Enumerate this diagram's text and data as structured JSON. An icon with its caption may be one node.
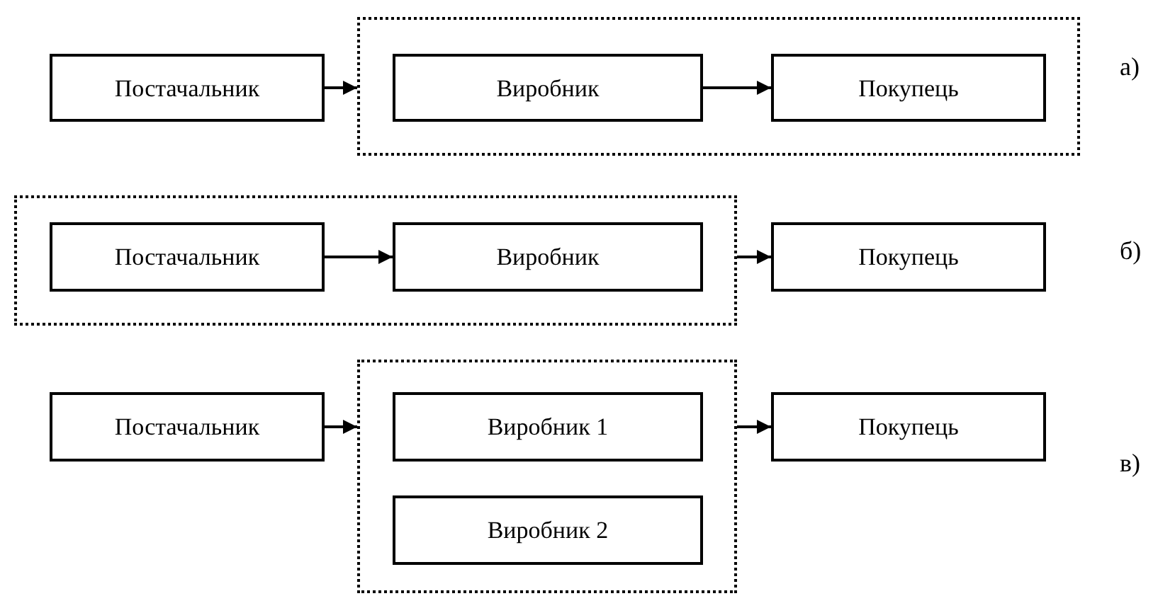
{
  "diagram": {
    "nodes": [
      {
        "text": [
          "Постачальник"
        ]
      },
      {
        "text": [],
        "shape": "box"
      },
      {
        "text": [
          "Виробник"
        ],
        "in": 1
      },
      {
        "text": [
          "Покупець"
        ],
        "in": 1
      },
      {
        "text": [],
        "shape": "box"
      },
      {
        "text": [
          "Постачальник"
        ],
        "in": 4
      },
      {
        "text": [
          "Виробник"
        ],
        "in": 4
      },
      {
        "text": [
          "Покупець"
        ]
      },
      {
        "text": [
          "Постачальник"
        ]
      },
      {
        "text": [],
        "shape": "box"
      },
      {
        "text": [
          "Виробник 1"
        ],
        "in": 9
      },
      {
        "text": [
          "Виробник 2"
        ],
        "in": 9
      },
      {
        "text": [
          "Покупець"
        ]
      }
    ],
    "edges": [
      {
        "from": 0,
        "to": 1,
        "arrow": "to"
      },
      {
        "from": 2,
        "to": 3,
        "arrow": "to"
      },
      {
        "from": 5,
        "to": 6,
        "arrow": "to"
      },
      {
        "from": 4,
        "to": 7,
        "arrow": "to"
      },
      {
        "from": 8,
        "to": 9,
        "arrow": "to"
      },
      {
        "from": 9,
        "to": 12,
        "arrow": "to"
      }
    ],
    "labels": [
      "а)",
      "б)",
      "в)"
    ]
  }
}
